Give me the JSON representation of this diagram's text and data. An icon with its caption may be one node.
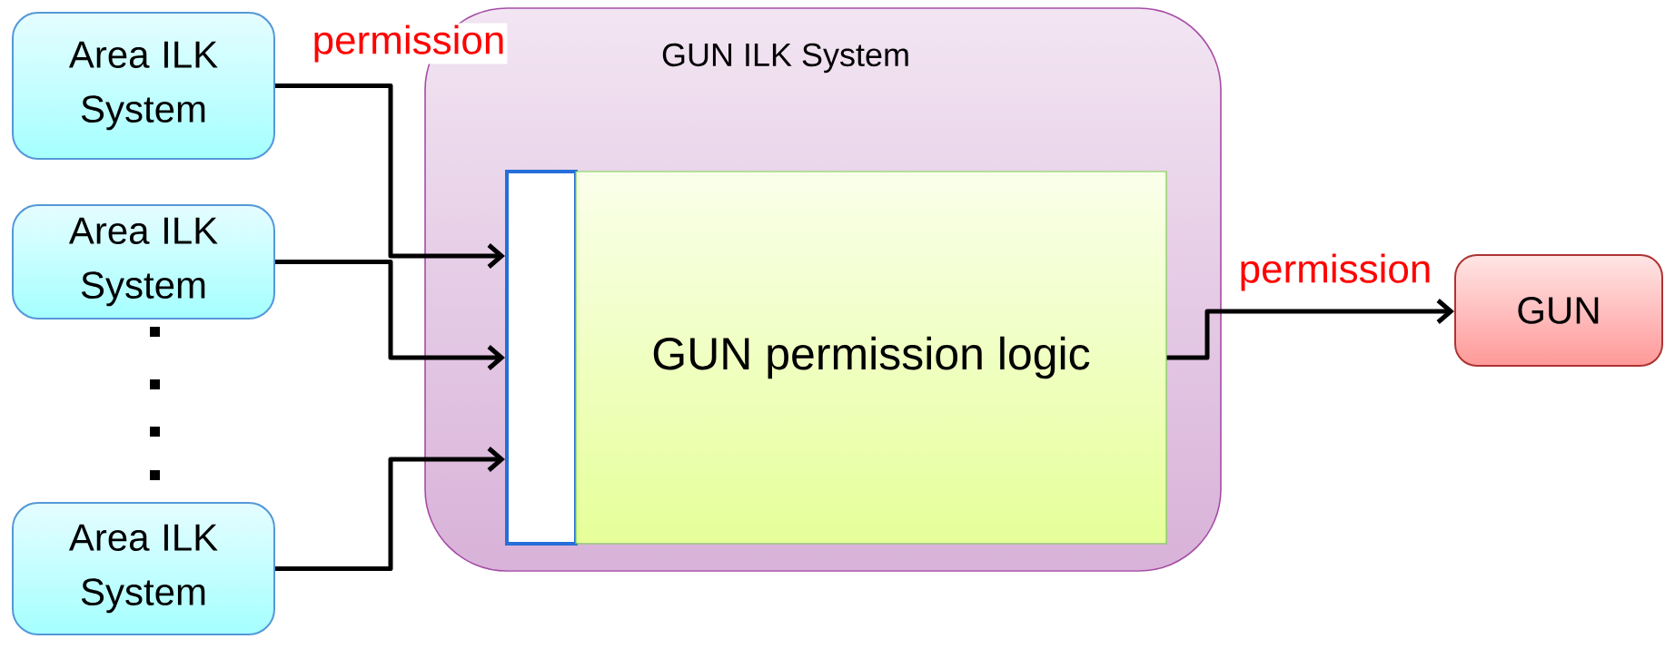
{
  "diagram": {
    "nodes": [
      {
        "text": [
          "Area ILK System"
        ]
      },
      {
        "text": [
          "Area ILK System"
        ]
      },
      {
        "text": [
          "Area ILK System"
        ]
      },
      {
        "text": [
          "GUN ILK System"
        ]
      },
      {
        "text": [],
        "shape": "bar",
        "in": 3
      },
      {
        "text": [
          "GUN permission logic"
        ],
        "in": 3
      },
      {
        "text": [
          "GUN"
        ]
      }
    ],
    "edges": [
      {
        "from": 0,
        "to": 4,
        "arrow": "to",
        "label": "permission"
      },
      {
        "from": 1,
        "to": 4,
        "arrow": "to"
      },
      {
        "from": 2,
        "to": 4,
        "arrow": "to"
      },
      {
        "from": 5,
        "to": 6,
        "arrow": "to",
        "label": "permission"
      }
    ]
  }
}
